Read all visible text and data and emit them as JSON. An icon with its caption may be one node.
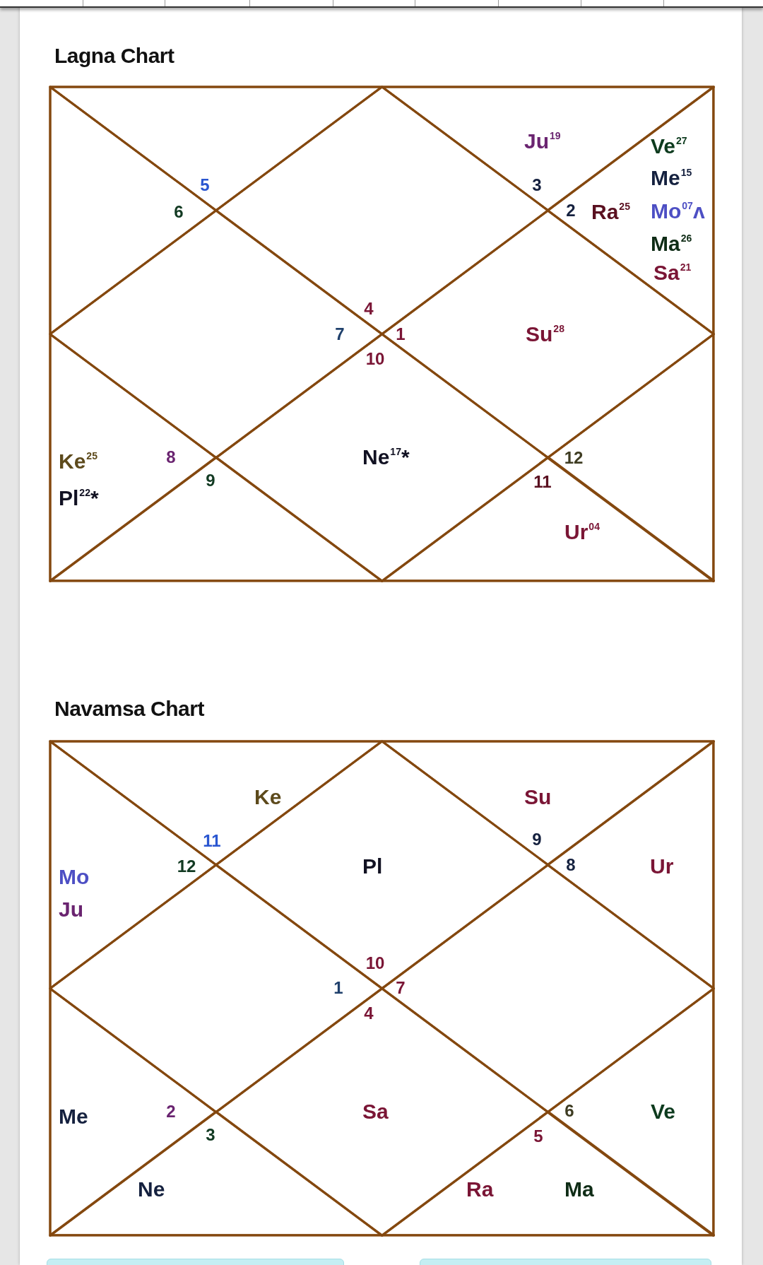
{
  "diagram": {
    "nodes": [
      {
        "text": [
          "Lagna Chart"
        ]
      },
      {
        "text": [
          "4"
        ],
        "in": 0
      },
      {
        "text": [
          "5"
        ],
        "in": 0
      },
      {
        "text": [
          "6"
        ],
        "in": 0
      },
      {
        "text": [
          "7"
        ],
        "in": 0
      },
      {
        "text": [
          "Ke$^{25}$",
          "8",
          "Pl$^{22}$*"
        ],
        "in": 0
      },
      {
        "text": [
          "9"
        ],
        "in": 0
      },
      {
        "text": [
          "10",
          "Ne$^{17}$*"
        ],
        "in": 0
      },
      {
        "text": [
          "11",
          "Ur$^{04}$"
        ],
        "in": 0
      },
      {
        "text": [
          "12"
        ],
        "in": 0
      },
      {
        "text": [
          "1",
          "Su$^{28}$"
        ],
        "in": 0
      },
      {
        "text": [
          "Ve$^{27}$",
          "Me$^{15}$",
          "2",
          "Ra$^{25}$",
          "Mo$^{07}$ʌ",
          "Ma$^{26}$",
          "Sa$^{21}$"
        ],
        "in": 0
      },
      {
        "text": [
          "Ju$^{19}$",
          "3"
        ],
        "in": 0
      },
      {
        "text": [
          "Navamsa Chart"
        ]
      },
      {
        "text": [
          "Pl",
          "10"
        ],
        "in": 13
      },
      {
        "text": [
          "Ke",
          "11"
        ],
        "in": 13
      },
      {
        "text": [
          "Mo",
          "12",
          "Ju"
        ],
        "in": 13
      },
      {
        "text": [
          "1"
        ],
        "in": 13
      },
      {
        "text": [
          "Me",
          "2"
        ],
        "in": 13
      },
      {
        "text": [
          "3",
          "Ne"
        ],
        "in": 13
      },
      {
        "text": [
          "4",
          "Sa"
        ],
        "in": 13
      },
      {
        "text": [
          "5",
          "Ra",
          "Ma"
        ],
        "in": 13
      },
      {
        "text": [
          "6",
          "Ve"
        ],
        "in": 13
      },
      {
        "text": [
          "7"
        ],
        "in": 13
      },
      {
        "text": [
          "8",
          "Ur"
        ],
        "in": 13
      },
      {
        "text": [
          "Su",
          "9"
        ],
        "in": 13
      }
    ]
  }
}
